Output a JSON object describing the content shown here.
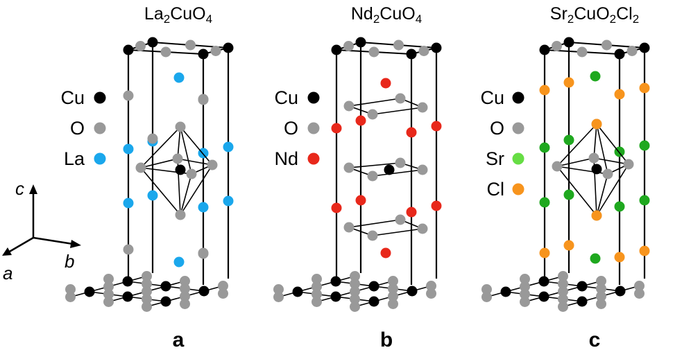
{
  "colors": {
    "Cu": "#000000",
    "O": "#999999",
    "La": "#1aa7ec",
    "Nd": "#e8281b",
    "Sr": "#1fa81f",
    "Sr_legend": "#66dd44",
    "Cl": "#f7941d",
    "line": "#000000"
  },
  "axes": {
    "a": "a",
    "b": "b",
    "c": "c"
  },
  "panels": [
    {
      "title_parts": [
        {
          "text": "La",
          "sub": false
        },
        {
          "text": "2",
          "sub": true
        },
        {
          "text": "CuO",
          "sub": false
        },
        {
          "text": "4",
          "sub": true
        }
      ],
      "letter": "a",
      "legend": [
        {
          "label": "Cu",
          "color_key": "Cu"
        },
        {
          "label": "O",
          "color_key": "O"
        },
        {
          "label": "La",
          "color_key": "La"
        }
      ]
    },
    {
      "title_parts": [
        {
          "text": "Nd",
          "sub": false
        },
        {
          "text": "2",
          "sub": true
        },
        {
          "text": "CuO",
          "sub": false
        },
        {
          "text": "4",
          "sub": true
        }
      ],
      "letter": "b",
      "legend": [
        {
          "label": "Cu",
          "color_key": "Cu"
        },
        {
          "label": "O",
          "color_key": "O"
        },
        {
          "label": "Nd",
          "color_key": "Nd"
        }
      ]
    },
    {
      "title_parts": [
        {
          "text": "Sr",
          "sub": false
        },
        {
          "text": "2",
          "sub": true
        },
        {
          "text": "CuO",
          "sub": false
        },
        {
          "text": "2",
          "sub": true
        },
        {
          "text": "Cl",
          "sub": false
        },
        {
          "text": "2",
          "sub": true
        }
      ],
      "letter": "c",
      "legend": [
        {
          "label": "Cu",
          "color_key": "Cu"
        },
        {
          "label": "O",
          "color_key": "O"
        },
        {
          "label": "Sr",
          "color_key": "Sr_legend"
        },
        {
          "label": "Cl",
          "color_key": "Cl"
        }
      ]
    }
  ]
}
